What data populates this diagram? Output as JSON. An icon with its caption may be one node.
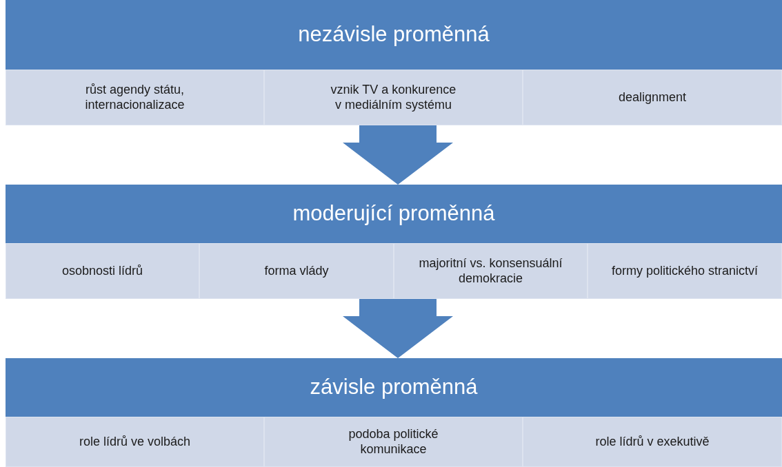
{
  "diagram": {
    "nodes": [
      {
        "text": [
          "nezávisle proměnná"
        ]
      },
      {
        "text": [
          "růst agendy státu, internacionalizace"
        ],
        "in": 0
      },
      {
        "text": [
          "vznik TV a konkurence v mediálním systému"
        ],
        "in": 0
      },
      {
        "text": [
          "dealignment"
        ],
        "in": 0
      },
      {
        "text": [
          "moderující proměnná"
        ]
      },
      {
        "text": [
          "osobnosti lídrů"
        ],
        "in": 4
      },
      {
        "text": [
          "forma vlády"
        ],
        "in": 4
      },
      {
        "text": [
          "majoritní vs. konsensuální demokracie"
        ],
        "in": 4
      },
      {
        "text": [
          "formy politického stranictví"
        ],
        "in": 4
      },
      {
        "text": [
          "závisle proměnná"
        ]
      },
      {
        "text": [
          "role lídrů ve volbách"
        ],
        "in": 9
      },
      {
        "text": [
          "podoba politické komunikace"
        ],
        "in": 9
      },
      {
        "text": [
          "role lídrů v exekutivě"
        ],
        "in": 9
      }
    ],
    "edges": [
      {
        "from": 0,
        "to": 4,
        "arrow": "to",
        "style": "thick"
      },
      {
        "from": 4,
        "to": 9,
        "arrow": "to",
        "style": "thick"
      }
    ]
  }
}
